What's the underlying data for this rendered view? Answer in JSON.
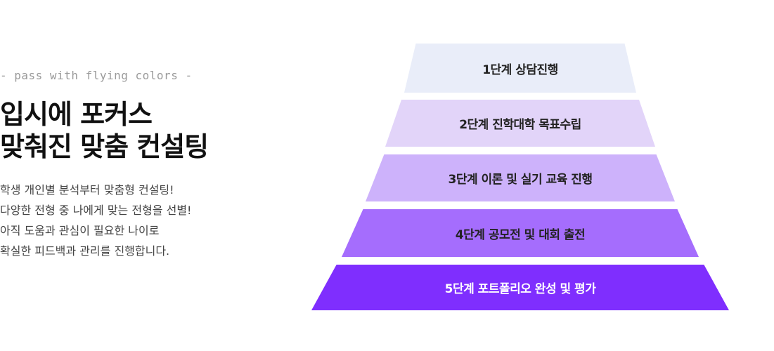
{
  "intro": {
    "tagline": "- pass with flying colors -",
    "headline": [
      "입시에 포커스",
      "맞춰진 맞춤 컨설팅"
    ],
    "description": [
      "학생 개인별 분석부터 맞춤형 컨설팅!",
      "다양한 전형 중 나에게 맞는 전형을 선별!",
      "아직 도움과 관심이 필요한 나이로",
      "확실한 피드백과 관리를 진행합니다."
    ]
  },
  "pyramid": {
    "tiers": [
      {
        "label": "1단계 상담진행",
        "bg": "#e9edf9",
        "color": "#222222"
      },
      {
        "label": "2단계 진학대학 목표수립",
        "bg": "#e2d4f9",
        "color": "#222222"
      },
      {
        "label": "3단계 이론 및 실기 교육 진행",
        "bg": "#cdb2fb",
        "color": "#222222"
      },
      {
        "label": "4단계 공모전 및 대회 출전",
        "bg": "#a56dfd",
        "color": "#222222"
      },
      {
        "label": "5단계 포트폴리오 완성 및 평가",
        "bg": "#7f2efe",
        "color": "#ffffff"
      }
    ]
  }
}
